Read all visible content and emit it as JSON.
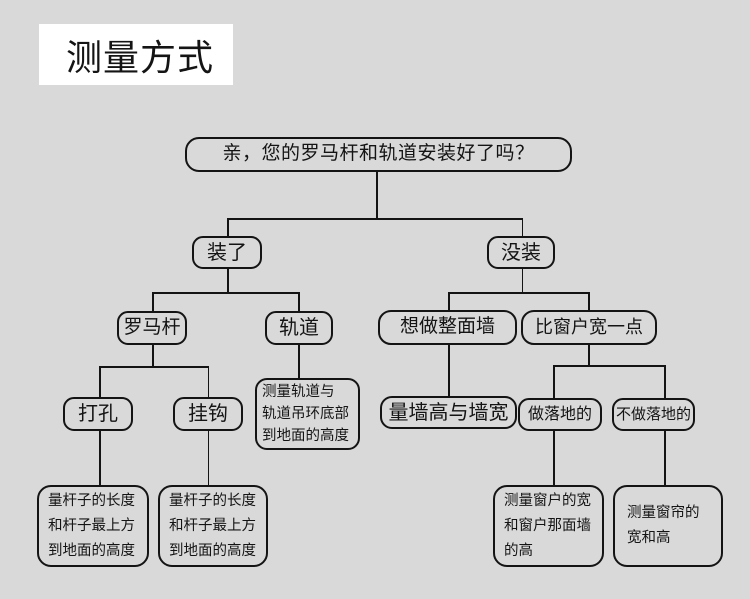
{
  "title": "测量方式",
  "flowchart": {
    "nodes": {
      "root": "亲，您的罗马杆和轨道安装好了吗？",
      "installed": "装了",
      "not_installed": "没装",
      "roman_rod": "罗马杆",
      "track": "轨道",
      "full_wall": "想做整面墙",
      "wider_than_window": "比窗户宽一点",
      "drill": "打孔",
      "hook": "挂钩",
      "track_measure": "测量轨道与\n轨道吊环底部\n到地面的高度",
      "wall_measure": "量墙高与墙宽",
      "floor_length": "做落地的",
      "not_floor_length": "不做落地的",
      "rod_measure_drill": "量杆子的长度\n和杆子最上方\n到地面的高度",
      "rod_measure_hook": "量杆子的长度\n和杆子最上方\n到地面的高度",
      "window_wall_measure": "测量窗户的宽\n和窗户那面墙\n的高",
      "curtain_measure": "测量窗帘的\n宽和高"
    },
    "colors": {
      "background": "#d9d9d9",
      "border": "#141414",
      "text": "#141414",
      "title_background": "#ffffff"
    }
  }
}
